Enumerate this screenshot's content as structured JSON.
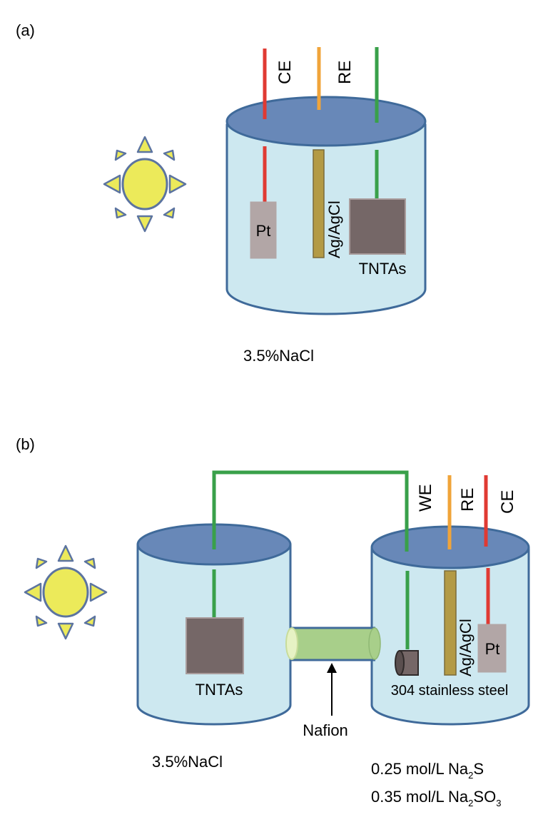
{
  "panel_a": {
    "label": "(a)",
    "electrodes": {
      "ce": "CE",
      "re": "RE"
    },
    "components": {
      "pt": "Pt",
      "ref": "Ag/AgCl",
      "photoanode": "TNTAs"
    },
    "electrolyte": "3.5%NaCl"
  },
  "panel_b": {
    "label": "(b)",
    "electrodes": {
      "we": "WE",
      "re": "RE",
      "ce": "CE"
    },
    "left_cell": {
      "photoanode": "TNTAs",
      "electrolyte": "3.5%NaCl"
    },
    "membrane": "Nafion",
    "right_cell": {
      "ref": "Ag/AgCl",
      "pt": "Pt",
      "sample": "304 stainless steel",
      "electrolyte_1": {
        "prefix": "0.25 mol/L Na",
        "sub": "2",
        "suffix": "S"
      },
      "electrolyte_2": {
        "prefix": "0.35 mol/L Na",
        "sub": "2",
        "mid": "SO",
        "sub2": "3"
      }
    }
  },
  "colors": {
    "lid": "#6888b8",
    "liquid": "#cde8f0",
    "outline": "#3f6a9a",
    "ce_wire": "#e03a33",
    "re_wire": "#f0a43a",
    "we_wire": "#39a04a",
    "photoanode": "#756767",
    "pt_plate": "#b2a6a6",
    "ref_rod": "#b39a45",
    "sun": "#ecea5a",
    "sun_outline": "#5c74a0",
    "nafion": "#a8cf8a"
  }
}
